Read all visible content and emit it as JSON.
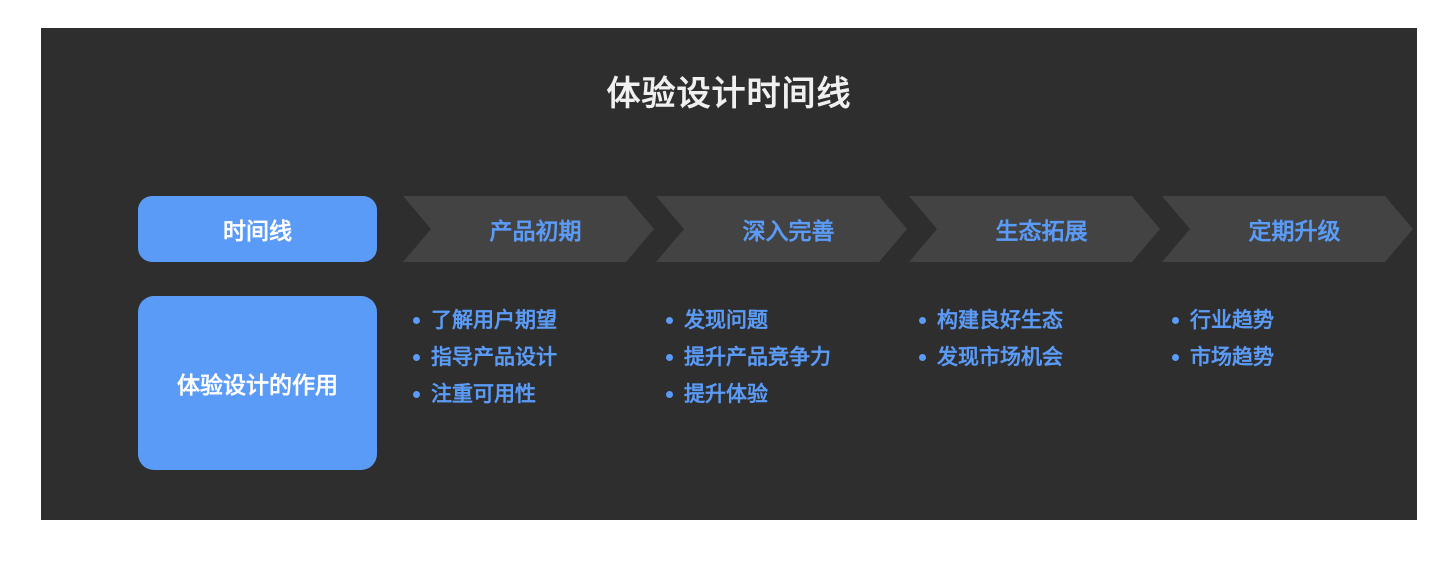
{
  "slide": {
    "background_color": "#2e2e2e",
    "page_background_color": "#ffffff",
    "accent_color": "#5b9bf8",
    "chevron_color": "#434343",
    "title": "体验设计时间线"
  },
  "stage_row": {
    "label_pill": "时间线",
    "stages": [
      {
        "label": "产品初期"
      },
      {
        "label": "深入完善"
      },
      {
        "label": "生态拓展"
      },
      {
        "label": "定期升级"
      }
    ]
  },
  "detail_row": {
    "role_label": "体验设计的作用",
    "columns": [
      {
        "items": [
          "了解用户期望",
          "指导产品设计",
          "注重可用性"
        ]
      },
      {
        "items": [
          "发现问题",
          "提升产品竞争力",
          "提升体验"
        ]
      },
      {
        "items": [
          "构建良好生态",
          "发现市场机会"
        ]
      },
      {
        "items": [
          "行业趋势",
          "市场趋势"
        ]
      }
    ]
  }
}
